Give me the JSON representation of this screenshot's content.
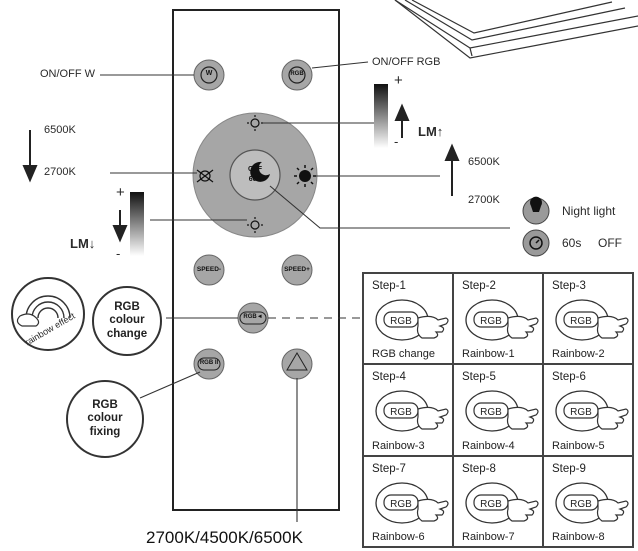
{
  "labels": {
    "on_off_w": "ON/OFF W",
    "on_off_rgb": "ON/OFF RGB",
    "k6500_left": "6500K",
    "k2700_left": "2700K",
    "k6500_right": "6500K",
    "k2700_right": "2700K",
    "lm_up": "LM↑",
    "lm_down": "LM↓",
    "night_light": "Night light",
    "timer": "60s",
    "timer_off": "OFF",
    "cct_cycle": "2700K/4500K/6500K",
    "plus": "+",
    "minus": "-"
  },
  "remote_buttons": {
    "w": "W",
    "rgb": "RGB",
    "off": "OFF",
    "off_60s": "60S",
    "speed_minus": "SPEED-",
    "speed_plus": "SPEED+",
    "rgb_change": "RGB◄",
    "rgb_fix": "RGB II"
  },
  "bubbles": {
    "rgb_change": "RGB colour change",
    "rgb_fixing": "RGB colour fixing",
    "rainbow": "rainbow effect"
  },
  "steps": [
    {
      "step": "Step-1",
      "caption": "RGB change",
      "btn": "RGB"
    },
    {
      "step": "Step-2",
      "caption": "Rainbow-1",
      "btn": "RGB"
    },
    {
      "step": "Step-3",
      "caption": "Rainbow-2",
      "btn": "RGB"
    },
    {
      "step": "Step-4",
      "caption": "Rainbow-3",
      "btn": "RGB"
    },
    {
      "step": "Step-5",
      "caption": "Rainbow-4",
      "btn": "RGB"
    },
    {
      "step": "Step-6",
      "caption": "Rainbow-5",
      "btn": "RGB"
    },
    {
      "step": "Step-7",
      "caption": "Rainbow-6",
      "btn": "RGB"
    },
    {
      "step": "Step-8",
      "caption": "Rainbow-7",
      "btn": "RGB"
    },
    {
      "step": "Step-9",
      "caption": "Rainbow-8",
      "btn": "RGB"
    }
  ]
}
